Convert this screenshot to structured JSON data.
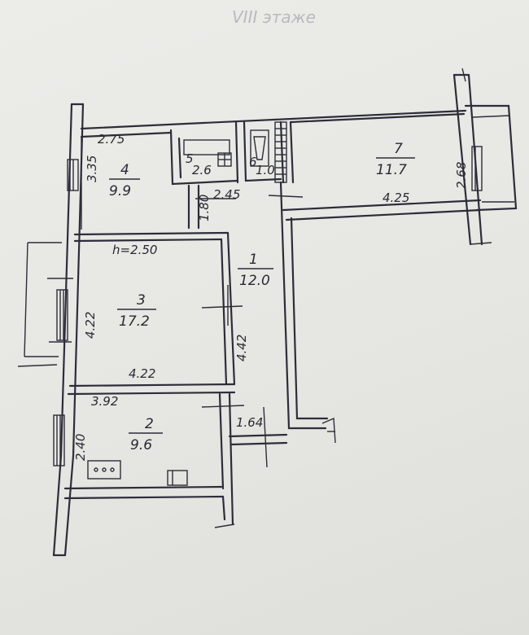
{
  "header": {
    "text": "VIII этаже"
  },
  "rooms": [
    {
      "id": "room-4",
      "number": "4",
      "area": "9.9"
    },
    {
      "id": "room-7",
      "number": "7",
      "area": "11.7"
    },
    {
      "id": "room-5",
      "number": "5",
      "area": "2.6"
    },
    {
      "id": "room-6",
      "number": "6",
      "area": "1.0"
    },
    {
      "id": "room-1",
      "number": "1",
      "area": "12.0"
    },
    {
      "id": "room-3",
      "number": "3",
      "area": "17.2"
    },
    {
      "id": "room-2",
      "number": "2",
      "area": "9.6"
    }
  ],
  "dimensions": {
    "top_left_width": "2.75",
    "left_top_height": "3.35",
    "room7_height": "2.68",
    "room7_width": "4.25",
    "wc_width": "2.45",
    "corridor_small": "1.80",
    "ceiling_height": "h=2.50",
    "room3_height": "4.22",
    "room3_width": "4.22",
    "room1_height": "4.42",
    "room2_width": "3.92",
    "room2_height": "2.40",
    "corridor_width": "1.64"
  },
  "colors": {
    "ink": "#2d2d3a",
    "paper": "#e9e9e6"
  }
}
